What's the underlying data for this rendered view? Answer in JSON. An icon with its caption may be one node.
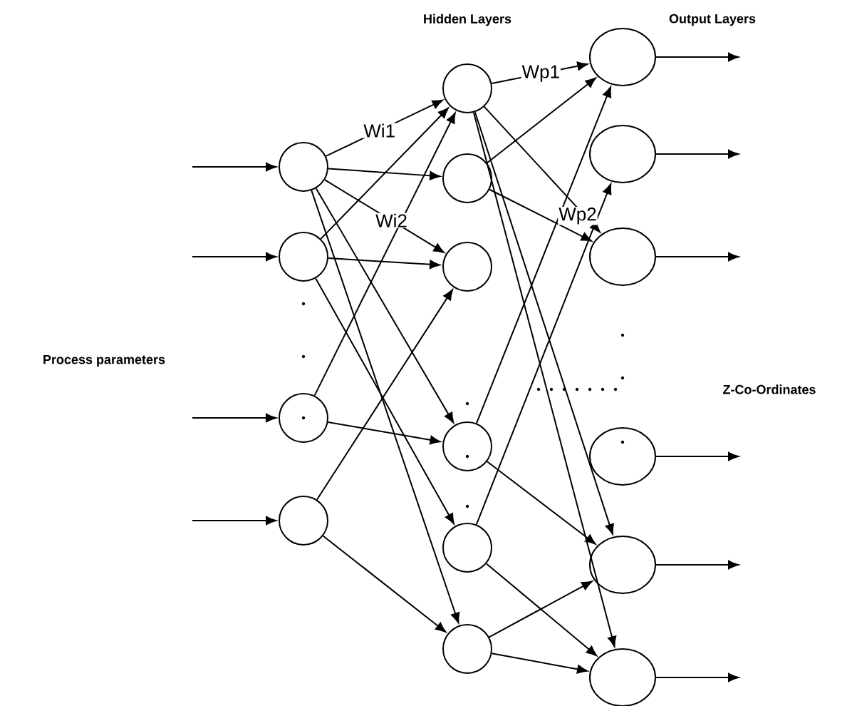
{
  "diagram": {
    "nodes": [
      {
        "text": [],
        "shape": "circle"
      },
      {
        "text": [],
        "shape": "circle"
      },
      {
        "text": [],
        "shape": "circle"
      },
      {
        "text": [],
        "shape": "circle"
      },
      {
        "text": [],
        "shape": "circle"
      },
      {
        "text": [],
        "shape": "circle"
      },
      {
        "text": [],
        "shape": "circle"
      },
      {
        "text": [],
        "shape": "circle"
      },
      {
        "text": [],
        "shape": "circle"
      },
      {
        "text": [],
        "shape": "circle"
      },
      {
        "text": [],
        "shape": "ellipse"
      },
      {
        "text": [],
        "shape": "ellipse"
      },
      {
        "text": [],
        "shape": "ellipse"
      },
      {
        "text": [],
        "shape": "ellipse"
      },
      {
        "text": [],
        "shape": "ellipse"
      },
      {
        "text": [],
        "shape": "ellipse"
      }
    ],
    "edges": [
      {
        "from": null,
        "to": 0,
        "arrow": "to"
      },
      {
        "from": null,
        "to": 1,
        "arrow": "to"
      },
      {
        "from": null,
        "to": 2,
        "arrow": "to"
      },
      {
        "from": null,
        "to": 3,
        "arrow": "to"
      },
      {
        "from": 0,
        "to": 4,
        "arrow": "to",
        "label": "Wi1"
      },
      {
        "from": 0,
        "to": 5,
        "arrow": "to"
      },
      {
        "from": 0,
        "to": 6,
        "arrow": "to",
        "label": "Wi2"
      },
      {
        "from": 0,
        "to": 7,
        "arrow": "to"
      },
      {
        "from": 0,
        "to": 9,
        "arrow": "to"
      },
      {
        "from": 1,
        "to": 4,
        "arrow": "to"
      },
      {
        "from": 1,
        "to": 6,
        "arrow": "to"
      },
      {
        "from": 1,
        "to": 8,
        "arrow": "to"
      },
      {
        "from": 2,
        "to": 4,
        "arrow": "to"
      },
      {
        "from": 2,
        "to": 7,
        "arrow": "to"
      },
      {
        "from": 3,
        "to": 6,
        "arrow": "to"
      },
      {
        "from": 3,
        "to": 9,
        "arrow": "to"
      },
      {
        "from": 4,
        "to": 10,
        "arrow": "to",
        "label": "Wp1"
      },
      {
        "from": 4,
        "to": 12,
        "arrow": "to"
      },
      {
        "from": 4,
        "to": 14,
        "arrow": "to"
      },
      {
        "from": 4,
        "to": 15,
        "arrow": "to"
      },
      {
        "from": 5,
        "to": 10,
        "arrow": "to"
      },
      {
        "from": 5,
        "to": 12,
        "arrow": "to"
      },
      {
        "from": 7,
        "to": 10,
        "arrow": "to"
      },
      {
        "from": 7,
        "to": 14,
        "arrow": "to"
      },
      {
        "from": 8,
        "to": 11,
        "arrow": "to",
        "label": "Wp2"
      },
      {
        "from": 8,
        "to": 15,
        "arrow": "to"
      },
      {
        "from": 9,
        "to": 14,
        "arrow": "to"
      },
      {
        "from": 9,
        "to": 15,
        "arrow": "to"
      },
      {
        "from": 10,
        "to": null,
        "arrow": "to"
      },
      {
        "from": 11,
        "to": null,
        "arrow": "to"
      },
      {
        "from": 12,
        "to": null,
        "arrow": "to"
      },
      {
        "from": 13,
        "to": null,
        "arrow": "to"
      },
      {
        "from": 14,
        "to": null,
        "arrow": "to"
      },
      {
        "from": 15,
        "to": null,
        "arrow": "to"
      }
    ],
    "labels": [
      "Hidden Layers",
      "Output Layers",
      "Process parameters",
      "Z-Co-Ordinates"
    ]
  }
}
